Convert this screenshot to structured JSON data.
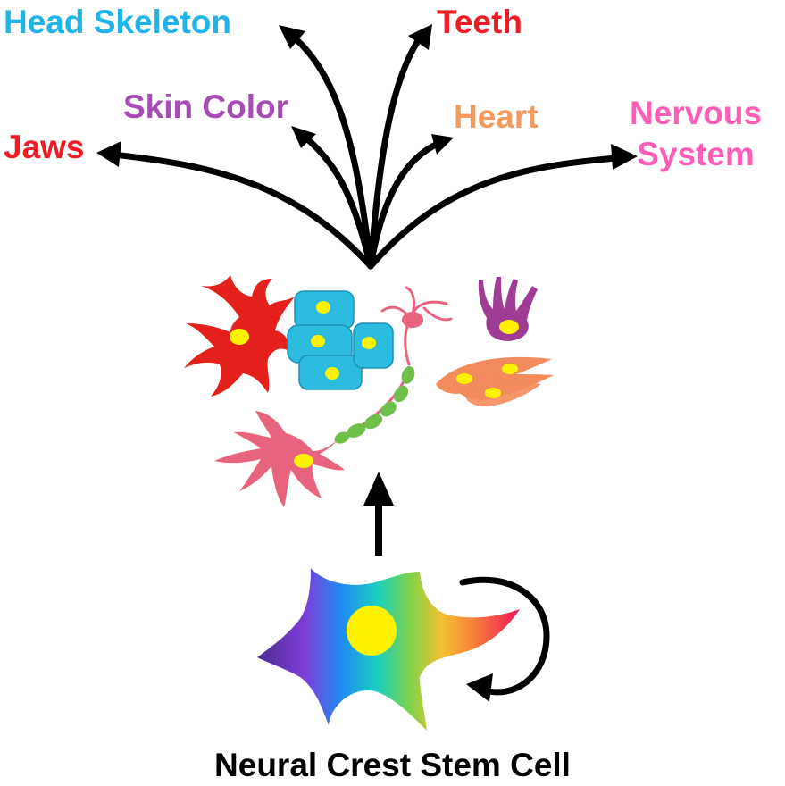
{
  "outcomes": [
    {
      "key": "head_skeleton",
      "label": "Head Skeleton",
      "color": "#1EB4E8"
    },
    {
      "key": "teeth",
      "label": "Teeth",
      "color": "#EE1C24"
    },
    {
      "key": "skin_color",
      "label": "Skin Color",
      "color": "#A74BB5"
    },
    {
      "key": "heart",
      "label": "Heart",
      "color": "#F59A5B"
    },
    {
      "key": "nervous_system",
      "label": "Nervous\nSystem",
      "color": "#FF5EB8"
    },
    {
      "key": "jaws",
      "label": "Jaws",
      "color": "#EE1C24"
    }
  ],
  "stem_cell_label": "Neural Crest Stem Cell",
  "colors": {
    "arrow": "#000000",
    "pigment_cell": "#E3201B",
    "epithelial_cells": "#2BBCE0",
    "neuron": "#E8637E",
    "myelin": "#6FC04B",
    "odontoblast": "#9E3C96",
    "smooth_muscle": "#F48B5C",
    "nucleus": "#FFF200"
  }
}
